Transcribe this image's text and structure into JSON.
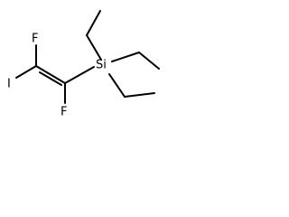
{
  "molecule": {
    "atoms": {
      "fluorine_top": "F",
      "iodine": "I",
      "fluorine_bottom": "F",
      "silicon": "Si"
    },
    "bond_color": "#000000",
    "label_color": "#000000"
  }
}
